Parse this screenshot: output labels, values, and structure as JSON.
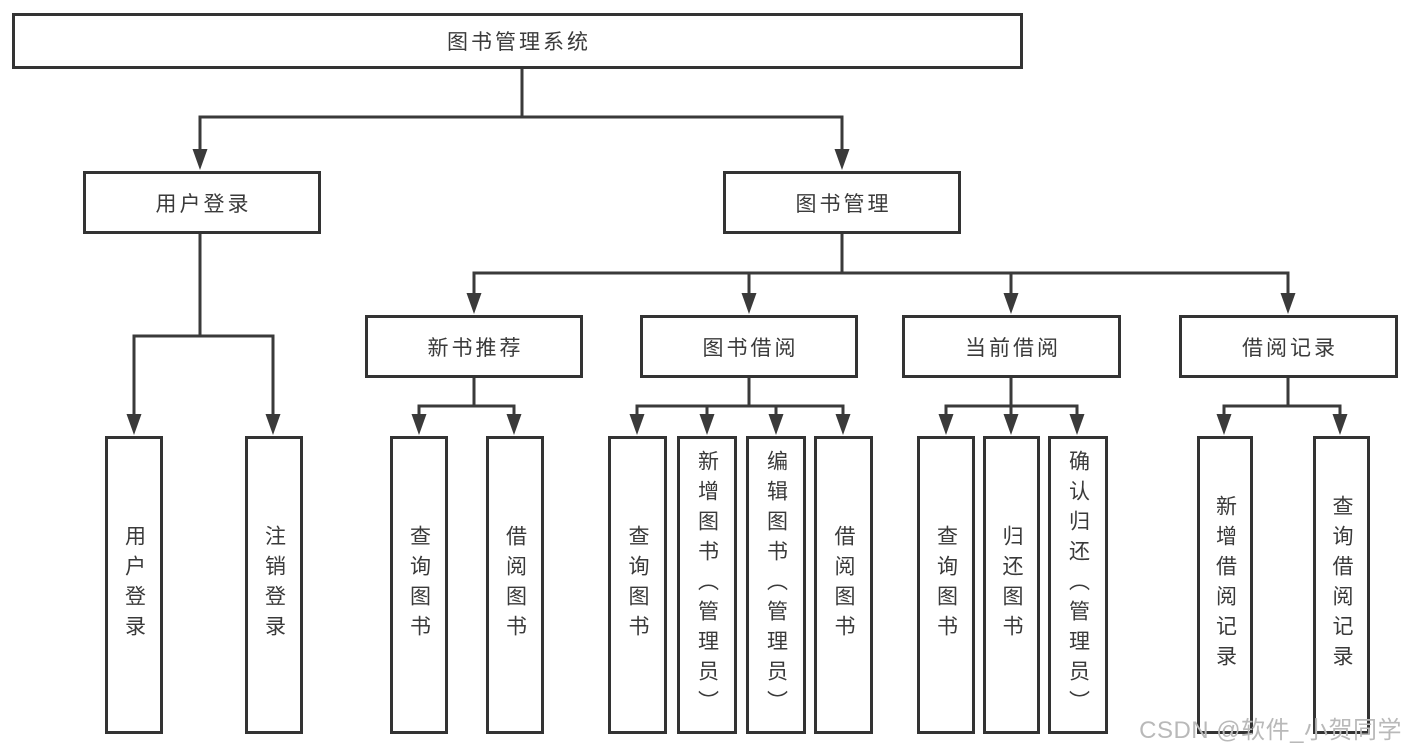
{
  "diagram": {
    "root": "图书管理系统",
    "level2": [
      "用户登录",
      "图书管理"
    ],
    "level3": [
      "新书推荐",
      "图书借阅",
      "当前借阅",
      "借阅记录"
    ],
    "leaves": {
      "user_login": [
        "用户登录",
        "注销登录"
      ],
      "new_book": [
        "查询图书",
        "借阅图书"
      ],
      "book_borrow": [
        "查询图书",
        "新增图书（管理员）",
        "编辑图书（管理员）",
        "借阅图书"
      ],
      "current_borrow": [
        "查询图书",
        "归还图书",
        "确认归还（管理员）"
      ],
      "borrow_record": [
        "新增借阅记录",
        "查询借阅记录"
      ]
    }
  },
  "watermark": "CSDN @软件_小贺同学",
  "colors": {
    "line": "#3a3a3a",
    "box_border": "#333333",
    "text": "#3a3a3a",
    "watermark": "#b9b9b9",
    "background": "#ffffff"
  }
}
